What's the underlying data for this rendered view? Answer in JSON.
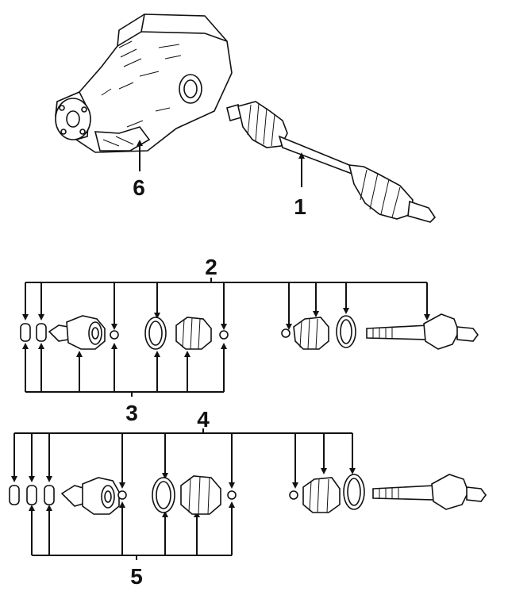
{
  "callouts": {
    "axle_shaft": "1",
    "upper_boot_kit": "2",
    "upper_joint_kit": "3",
    "lower_boot_kit": "4",
    "lower_joint_kit": "5",
    "differential": "6"
  }
}
